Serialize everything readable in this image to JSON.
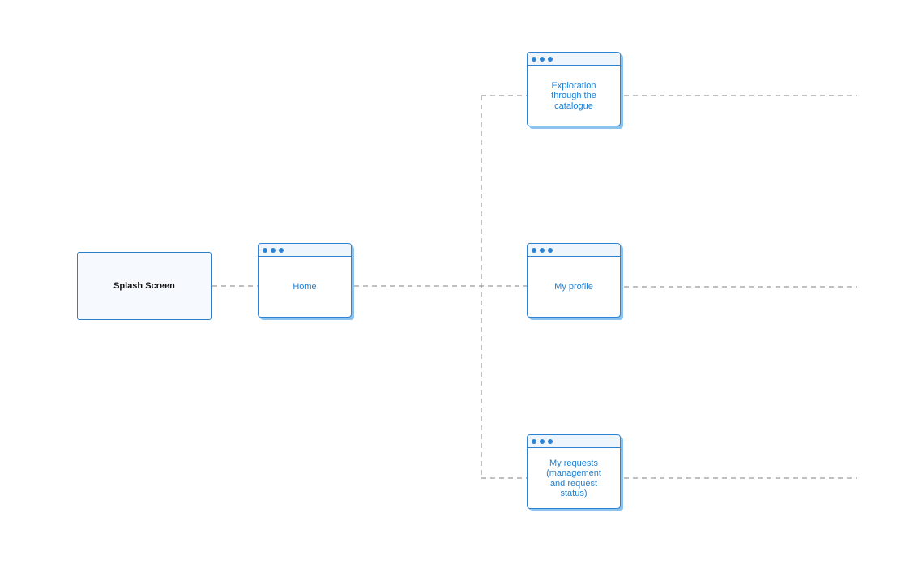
{
  "diagram": {
    "splash": {
      "label": "Splash Screen"
    },
    "home": {
      "label": "Home"
    },
    "screens": [
      {
        "label": "Exploration through the catalogue"
      },
      {
        "label": "My profile"
      },
      {
        "label": "My requests (management and request status)"
      }
    ]
  },
  "colors": {
    "accent": "#2b83d2",
    "connector": "#9a9a9a",
    "splash_border": "#2a7fc9"
  }
}
